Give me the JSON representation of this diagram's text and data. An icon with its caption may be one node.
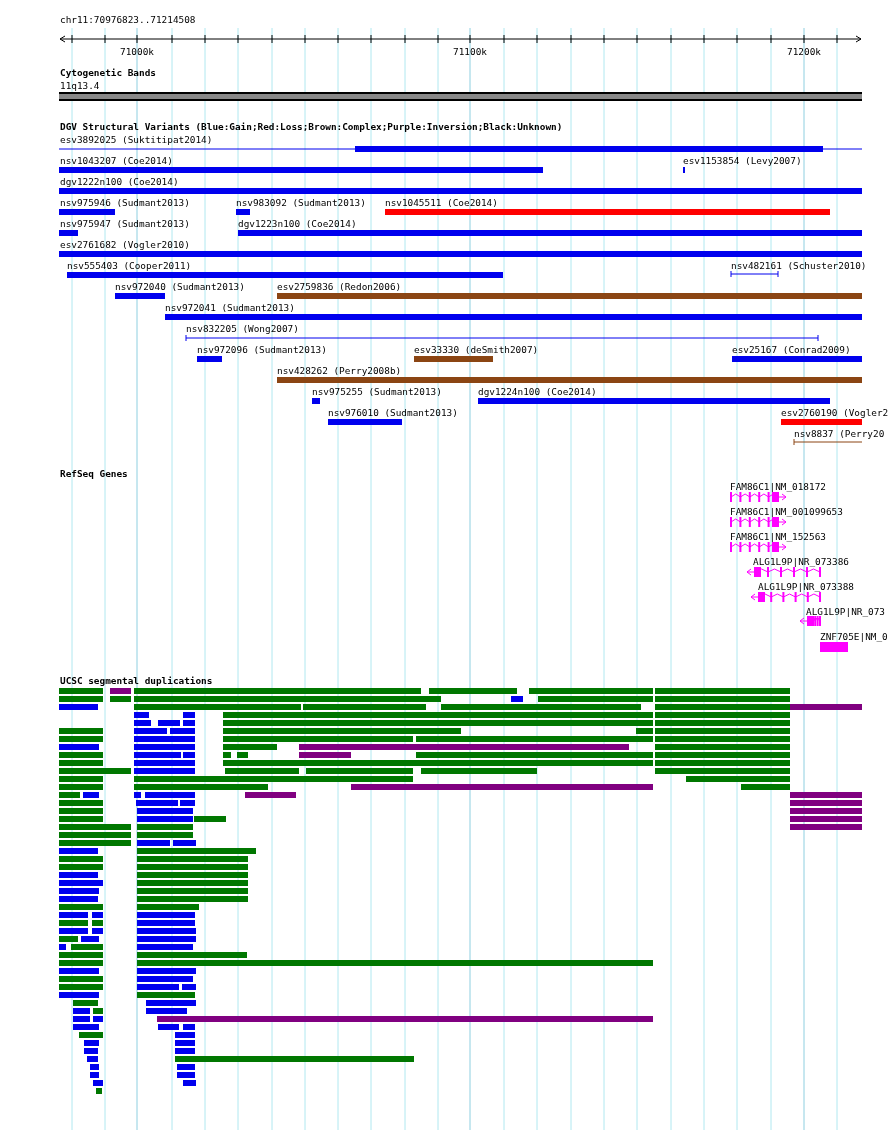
{
  "diagram": {
    "labels": [
      "chr11:70976823..71214508",
      "71000k",
      "71100k",
      "71200k",
      "Cytogenetic Bands",
      "11q13.4",
      "DGV Structural Variants (Blue:Gain;Red:Loss;Brown:Complex;Purple:Inversion;Black:Unknown)",
      "esv3892025 (Suktitipat2014)",
      "nsv1043207 (Coe2014)",
      "esv1153854 (Levy2007)",
      "dgv1222n100 (Coe2014)",
      "nsv975946 (Sudmant2013)",
      "nsv983092 (Sudmant2013)",
      "nsv1045511 (Coe2014)",
      "nsv975947 (Sudmant2013)",
      "dgv1223n100 (Coe2014)",
      "esv2761682 (Vogler2010)",
      "nsv555403 (Cooper2011)",
      "nsv482161 (Schuster2010)",
      "nsv972040 (Sudmant2013)",
      "esv2759836 (Redon2006)",
      "nsv972041 (Sudmant2013)",
      "nsv832205 (Wong2007)",
      "nsv972096 (Sudmant2013)",
      "esv33330 (deSmith2007)",
      "esv25167 (Conrad2009)",
      "nsv428262 (Perry2008b)",
      "nsv975255 (Sudmant2013)",
      "dgv1224n100 (Coe2014)",
      "nsv976010 (Sudmant2013)",
      "esv2760190 (Vogler2",
      "nsv8837 (Perry20",
      "RefSeq Genes",
      "FAM86C1|NM_018172",
      "FAM86C1|NM_001099653",
      "FAM86C1|NM_152563",
      "ALG1L9P|NR_073386",
      "ALG1L9P|NR_073388",
      "ALG1L9P|NR_073",
      "ZNF705E|NM_0",
      "UCSC segmental duplications"
    ]
  }
}
